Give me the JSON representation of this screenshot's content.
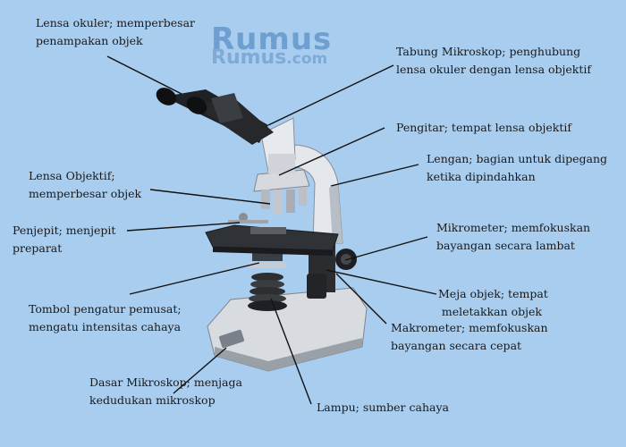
{
  "watermark": {
    "line1": "Rumus",
    "line2": "Rumus",
    "domain": ".com"
  },
  "labels": {
    "okuler": [
      "Lensa okuler; memperbesar",
      "penampakan objek"
    ],
    "tabung": [
      "Tabung Mikroskop; penghubung",
      "lensa okuler dengan lensa objektif"
    ],
    "pengitar": [
      "Pengitar; tempat lensa objektif"
    ],
    "lengan": [
      "Lengan; bagian untuk dipegang",
      "ketika dipindahkan"
    ],
    "objektif": [
      "Lensa Objektif;",
      "memperbesar objek"
    ],
    "penjepit": [
      "Penjepit; menjepit",
      "preparat"
    ],
    "mikrometer": [
      "Mikrometer; memfokuskan",
      "bayangan secara lambat"
    ],
    "tombol": [
      "Tombol pengatur pemusat;",
      "mengatu intensitas cahaya"
    ],
    "meja": [
      "Meja objek; tempat",
      "meletakkan objek"
    ],
    "makrometer": [
      "Makrometer; memfokuskan",
      "bayangan secara cepat"
    ],
    "dasar": [
      "Dasar Mikroskop; menjaga",
      "kedudukan mikroskop"
    ],
    "lampu": [
      "Lampu; sumber cahaya"
    ]
  },
  "colors": {
    "background": "#a8cdef",
    "text": "#1a1a1a",
    "watermark": "#6f9fd0"
  }
}
